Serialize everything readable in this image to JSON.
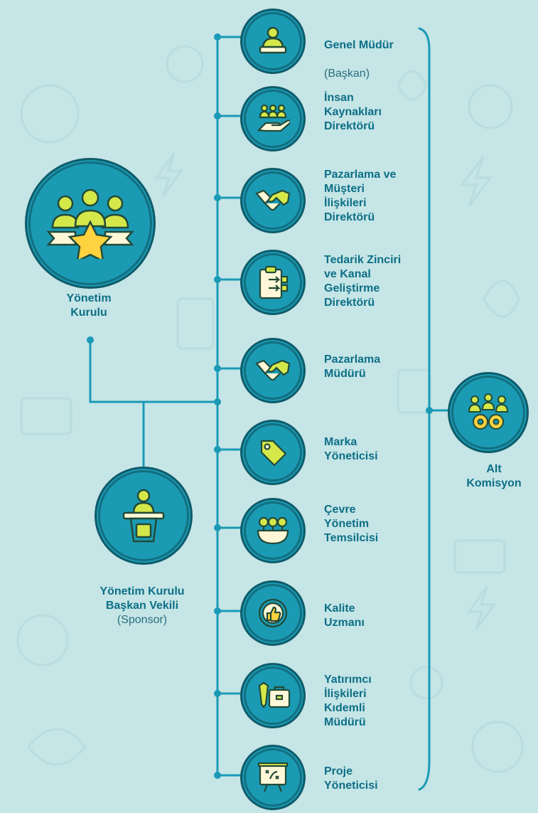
{
  "colors": {
    "background": "#c5e5e6",
    "node_fill": "#1b9ab3",
    "node_ring": "#0f5b69",
    "line": "#1a9ab6",
    "label": "#0d6f87",
    "icon_lime": "#d4e84a",
    "icon_dark": "#234a37",
    "star": "#ffd23f"
  },
  "board": {
    "icon": "board-team-star-icon",
    "title": "Yönetim\nKurulu"
  },
  "vice_chair": {
    "icon": "speaker-podium-icon",
    "title": "Yönetim Kurulu\nBaşkan Vekili",
    "subtitle": "(Sponsor)"
  },
  "sub_committee": {
    "icon": "team-gears-icon",
    "title": "Alt\nKomisyon"
  },
  "roles": [
    {
      "icon": "manager-icon",
      "label": "Genel Müdür",
      "sub": "(Başkan)"
    },
    {
      "icon": "hr-hand-people-icon",
      "label": "İnsan\nKaynakları\nDirektörü",
      "sub": ""
    },
    {
      "icon": "handshake-icon",
      "label": "Pazarlama ve\nMüşteri\nİlişkileri\nDirektörü",
      "sub": ""
    },
    {
      "icon": "supply-chain-clipboard-icon",
      "label": "Tedarik Zinciri\nve Kanal\nGeliştirme\nDirektörü",
      "sub": ""
    },
    {
      "icon": "deal-handshake-icon",
      "label": "Pazarlama\nMüdürü",
      "sub": ""
    },
    {
      "icon": "price-tag-icon",
      "label": "Marka\nYöneticisi",
      "sub": ""
    },
    {
      "icon": "environment-trees-icon",
      "label": "Çevre\nYönetim\nTemsilcisi",
      "sub": ""
    },
    {
      "icon": "quality-thumbs-up-icon",
      "label": "Kalite\nUzmanı",
      "sub": ""
    },
    {
      "icon": "investor-briefcase-icon",
      "label": "Yatırımcı\nİlişkileri\nKıdemli\nMüdürü",
      "sub": ""
    },
    {
      "icon": "project-board-icon",
      "label": "Proje\nYöneticisi",
      "sub": ""
    }
  ]
}
